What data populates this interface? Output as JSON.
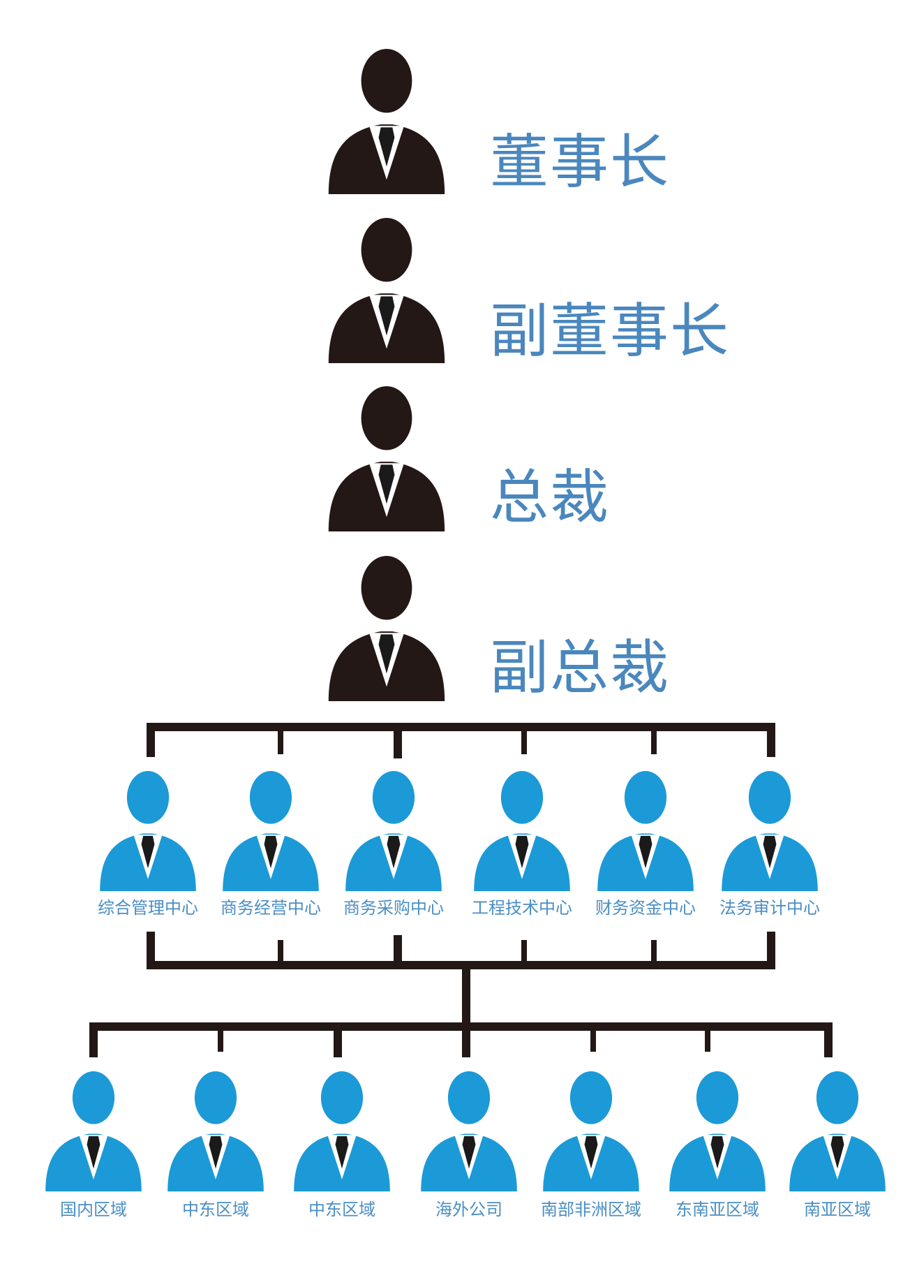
{
  "colors": {
    "executive": "#231815",
    "department": "#1b9ad7",
    "title_text": "#4a87bd",
    "unit_text": "#4a8ec4",
    "connector": "#231815"
  },
  "executives": [
    {
      "title": "董事长",
      "icon": "person-icon"
    },
    {
      "title": "副董事长",
      "icon": "person-icon"
    },
    {
      "title": "总裁",
      "icon": "person-icon"
    },
    {
      "title": "副总裁",
      "icon": "person-icon"
    }
  ],
  "centers": [
    {
      "label": "综合管理中心",
      "icon": "person-icon"
    },
    {
      "label": "商务经营中心",
      "icon": "person-icon"
    },
    {
      "label": "商务采购中心",
      "icon": "person-icon"
    },
    {
      "label": "工程技术中心",
      "icon": "person-icon"
    },
    {
      "label": "财务资金中心",
      "icon": "person-icon"
    },
    {
      "label": "法务审计中心",
      "icon": "person-icon"
    }
  ],
  "regions": [
    {
      "label": "国内区域",
      "icon": "person-icon"
    },
    {
      "label": "中东区域",
      "icon": "person-icon"
    },
    {
      "label": "中东区域",
      "icon": "person-icon"
    },
    {
      "label": "海外公司",
      "icon": "person-icon"
    },
    {
      "label": "南部非洲区域",
      "icon": "person-icon"
    },
    {
      "label": "东南亚区域",
      "icon": "person-icon"
    },
    {
      "label": "南亚区域",
      "icon": "person-icon"
    }
  ]
}
